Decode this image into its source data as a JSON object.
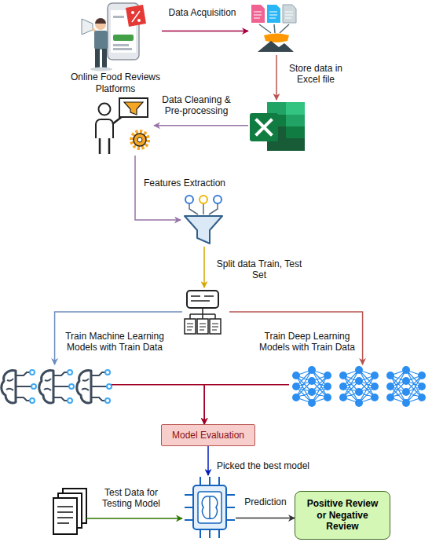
{
  "diagram": {
    "nodes": [
      {
        "text": [
          "Online Food Reviews Platforms"
        ]
      },
      {
        "text": []
      },
      {
        "text": []
      },
      {
        "text": []
      },
      {
        "text": []
      },
      {
        "text": []
      },
      {
        "text": []
      },
      {
        "text": []
      },
      {
        "text": [
          "Model Evaluation"
        ]
      },
      {
        "text": []
      },
      {
        "text": []
      },
      {
        "text": [
          "Positive Review or Negative Review"
        ]
      }
    ],
    "edges": [
      {
        "from": 0,
        "to": 1,
        "arrow": "to",
        "label": "Data Acquisition"
      },
      {
        "from": 1,
        "to": 2,
        "arrow": "to",
        "label": "Store data in Excel file"
      },
      {
        "from": 2,
        "to": 3,
        "arrow": "to",
        "label": "Data Cleaning & Pre-processing"
      },
      {
        "from": 3,
        "to": 4,
        "arrow": "to",
        "label": "Features Extraction"
      },
      {
        "from": 4,
        "to": 5,
        "arrow": "to",
        "label": "Split data Train, Test Set"
      },
      {
        "from": 5,
        "to": 6,
        "arrow": "to",
        "label": "Train Machine Learning Models with Train Data"
      },
      {
        "from": 5,
        "to": 7,
        "arrow": "to",
        "label": "Train Deep Learning Models with Train Data"
      },
      {
        "from": 6,
        "to": 8,
        "arrow": "to"
      },
      {
        "from": 7,
        "to": 8,
        "arrow": "to"
      },
      {
        "from": 8,
        "to": 9,
        "arrow": "to",
        "label": "Picked the best model"
      },
      {
        "from": 10,
        "to": 9,
        "arrow": "to",
        "label": "Test Data for Testing Model"
      },
      {
        "from": 9,
        "to": 11,
        "arrow": "to",
        "label": "Prediction"
      }
    ]
  }
}
